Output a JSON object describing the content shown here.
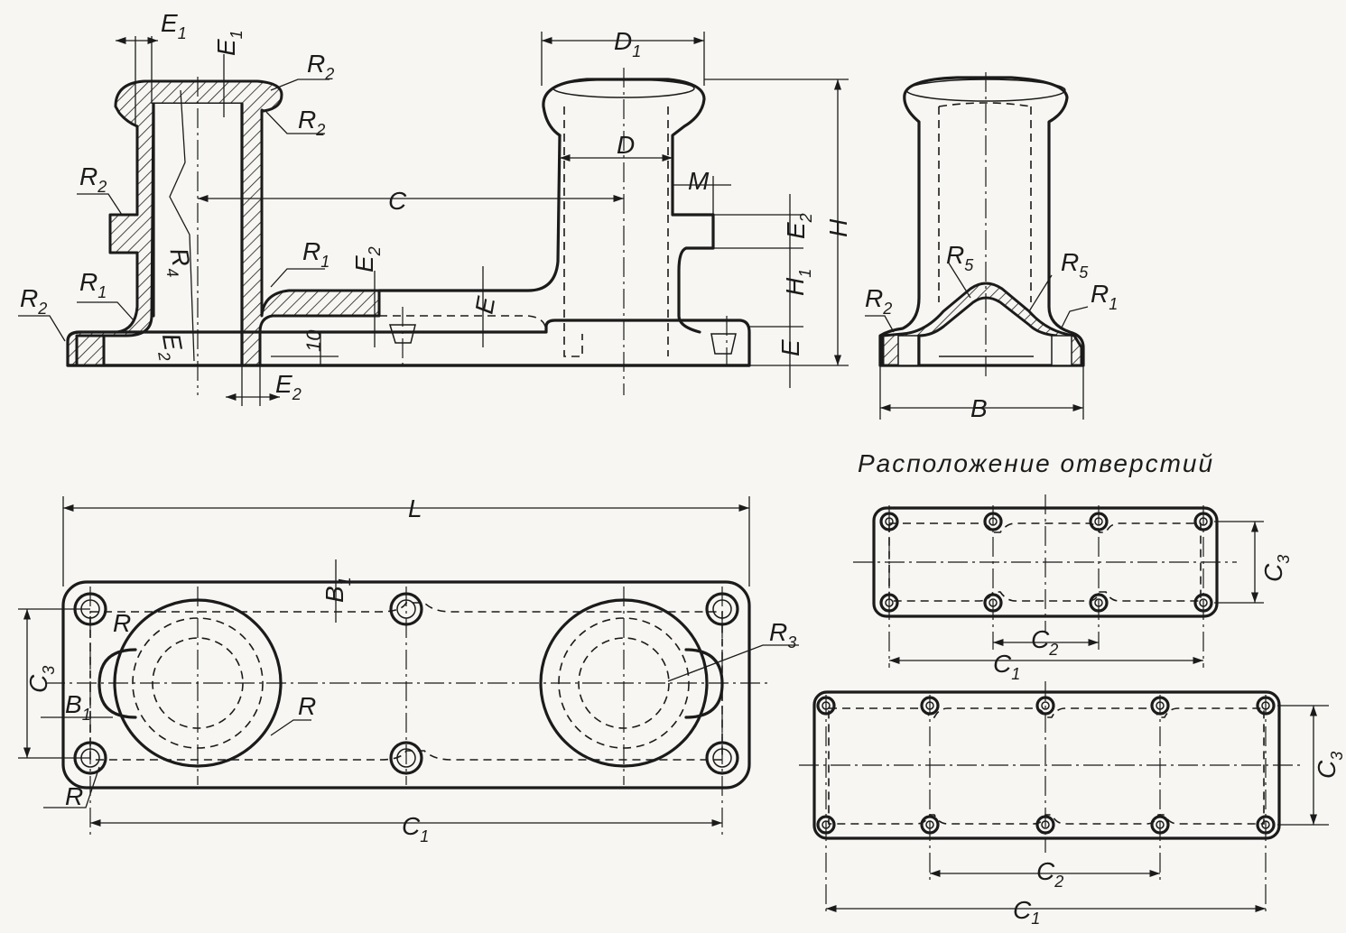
{
  "caption": "Расположение отверстий",
  "arrow_color": "#1b1b1b",
  "front_view": {
    "labels": {
      "E1a": "E",
      "E1a_sub": "1",
      "E1b": "E",
      "E1b_sub": "1",
      "R2a": "R",
      "R2a_sub": "2",
      "R2b": "R",
      "R2b_sub": "2",
      "R2c": "R",
      "R2c_sub": "2",
      "R2d": "R",
      "R2d_sub": "2",
      "R4": "R",
      "R4_sub": "4",
      "R1a": "R",
      "R1a_sub": "1",
      "R1b": "R",
      "R1b_sub": "1",
      "E2a": "E",
      "E2a_sub": "2",
      "E2b": "E",
      "E2b_sub": "2",
      "E2c": "E",
      "E2c_sub": "2",
      "E2d": "E",
      "E2d_sub": "2",
      "C": "C",
      "D": "D",
      "D1": "D",
      "D1_sub": "1",
      "M": "M",
      "H": "H",
      "H1": "H",
      "H1_sub": "1",
      "E": "E",
      "Eb": "E",
      "ten": "10"
    }
  },
  "side_view": {
    "labels": {
      "R5a": "R",
      "R5a_sub": "5",
      "R5b": "R",
      "R5b_sub": "5",
      "R2": "R",
      "R2_sub": "2",
      "R1": "R",
      "R1_sub": "1",
      "B": "B"
    }
  },
  "plan_view": {
    "labels": {
      "L": "L",
      "B1a": "B",
      "B1a_sub": "1",
      "B1b": "B",
      "B1b_sub": "1",
      "C3": "C",
      "C3_sub": "3",
      "R3": "R",
      "R3_sub": "3",
      "Ra": "R",
      "Rb": "R",
      "Rc": "R",
      "C1": "C",
      "C1_sub": "1"
    }
  },
  "hole_layout_top": {
    "labels": {
      "C3": "C",
      "C3_sub": "3",
      "C2": "C",
      "C2_sub": "2",
      "C1": "C",
      "C1_sub": "1"
    }
  },
  "hole_layout_bottom": {
    "labels": {
      "C3": "C",
      "C3_sub": "3",
      "C2": "C",
      "C2_sub": "2",
      "C1": "C",
      "C1_sub": "1"
    }
  }
}
